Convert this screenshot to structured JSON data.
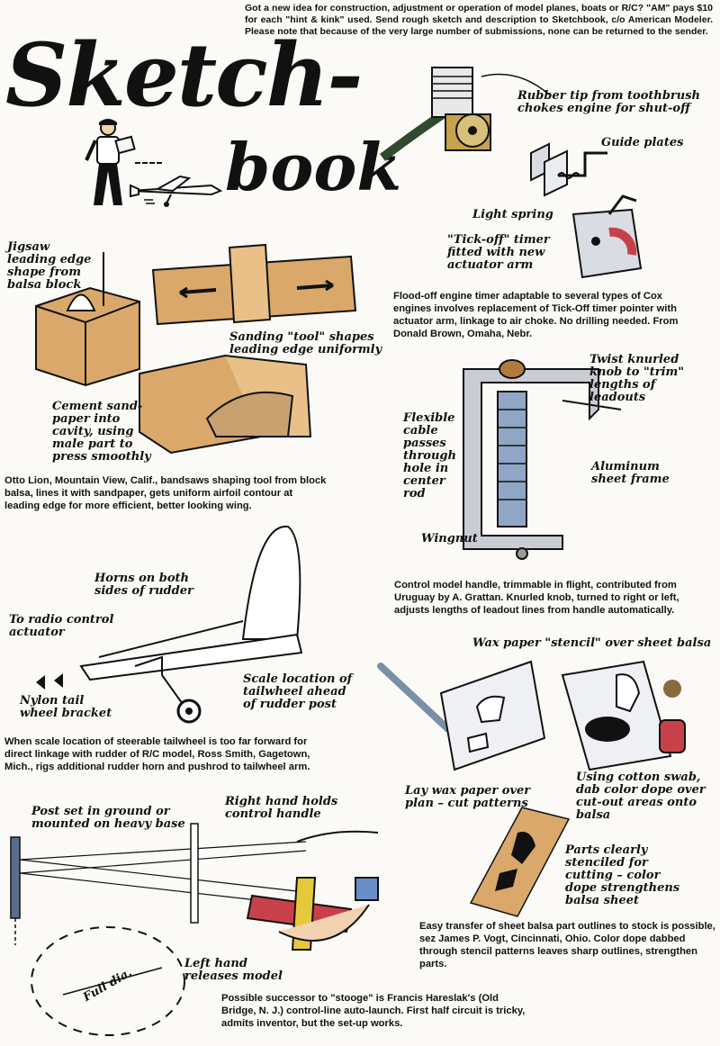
{
  "intro": "Got a new idea for construction, adjustment or operation of model planes, boats or R/C? \"AM\" pays $10 for each \"hint & kink\" used. Send rough sketch and description to Sketchbook, c/o American Modeler. Please note that because of the very large number of submissions, none can be returned to the sender.",
  "title": {
    "line1": "Sketch-",
    "line2": "book"
  },
  "labels": {
    "rubber_tip": "Rubber tip from toothbrush\nchokes engine for shut-off",
    "guide_plates": "Guide plates",
    "light_spring": "Light spring",
    "tick_off": "\"Tick-off\" timer\nfitted with new\nactuator arm",
    "jigsaw": "Jigsaw\nleading edge\nshape from\nbalsa block",
    "sanding_tool": "Sanding \"tool\" shapes\nleading edge uniformly",
    "cement": "Cement sand-\npaper into\ncavity, using\nmale part to\npress smoothly",
    "twist_knob": "Twist knurled\nknob to \"trim\"\nlengths of\nleadouts",
    "flexible_cable": "Flexible\ncable\npasses\nthrough\nhole in\ncenter\nrod",
    "aluminum_frame": "Aluminum\nsheet frame",
    "wingnut": "Wingnut",
    "horns": "Horns on both\nsides of rudder",
    "to_radio": "To radio control\nactuator",
    "nylon_tail": "Nylon tail\nwheel bracket",
    "scale_location": "Scale location of\ntailwheel ahead\nof rudder post",
    "wax_paper_stencil": "Wax paper \"stencil\" over sheet balsa",
    "lay_wax": "Lay wax paper over\nplan – cut patterns",
    "cotton_swab": "Using cotton swab,\ndab color dope over\ncut-out areas onto balsa",
    "parts_clearly": "Parts clearly\nstenciled for\ncutting – color\ndope strengthens\nbalsa sheet",
    "post_set": "Post set in ground or\nmounted on heavy base",
    "right_hand": "Right hand holds\ncontrol handle",
    "left_hand": "Left hand\nreleases model",
    "full_dia": "Full dia."
  },
  "captions": {
    "flood_off": "Flood-off engine timer adaptable to several types of Cox engines involves replacement of Tick-Off timer pointer with actuator arm, linkage to air choke. No drilling needed. From Donald Brown, Omaha, Nebr.",
    "otto_lion": "Otto Lion, Mountain View, Calif., bandsaws shaping tool from block balsa, lines it with sandpaper, gets uniform airfoil contour at leading edge for more efficient, better looking wing.",
    "control_handle": "Control model handle, trimmable in flight, contributed from Uruguay by A. Grattan. Knurled knob, turned to right or left, adjusts lengths of leadout lines from handle automatically.",
    "tailwheel": "When scale location of steerable tailwheel is too far forward for direct linkage with rudder of R/C model, Ross Smith, Gagetown, Mich., rigs additional rudder horn and pushrod to tailwheel arm.",
    "stencil": "Easy transfer of sheet balsa part outlines to stock is possible, sez James P. Vogt, Cincinnati, Ohio. Color dope dabbed through stencil patterns leaves sharp outlines, strengthen parts.",
    "stooge": "Possible successor to \"stooge\" is Francis Hareslak's (Old Bridge, N. J.) control-line auto-launch. First half circuit is tricky, admits inventor, but the set-up works."
  },
  "colors": {
    "ink": "#111111",
    "wood": "#d9a86a",
    "wood_dark": "#b07a3c",
    "metal": "#c9ccd2",
    "red": "#c8414a",
    "yellow": "#e6c83c",
    "blue": "#6a8fc8",
    "paper": "#fbfaf6"
  }
}
